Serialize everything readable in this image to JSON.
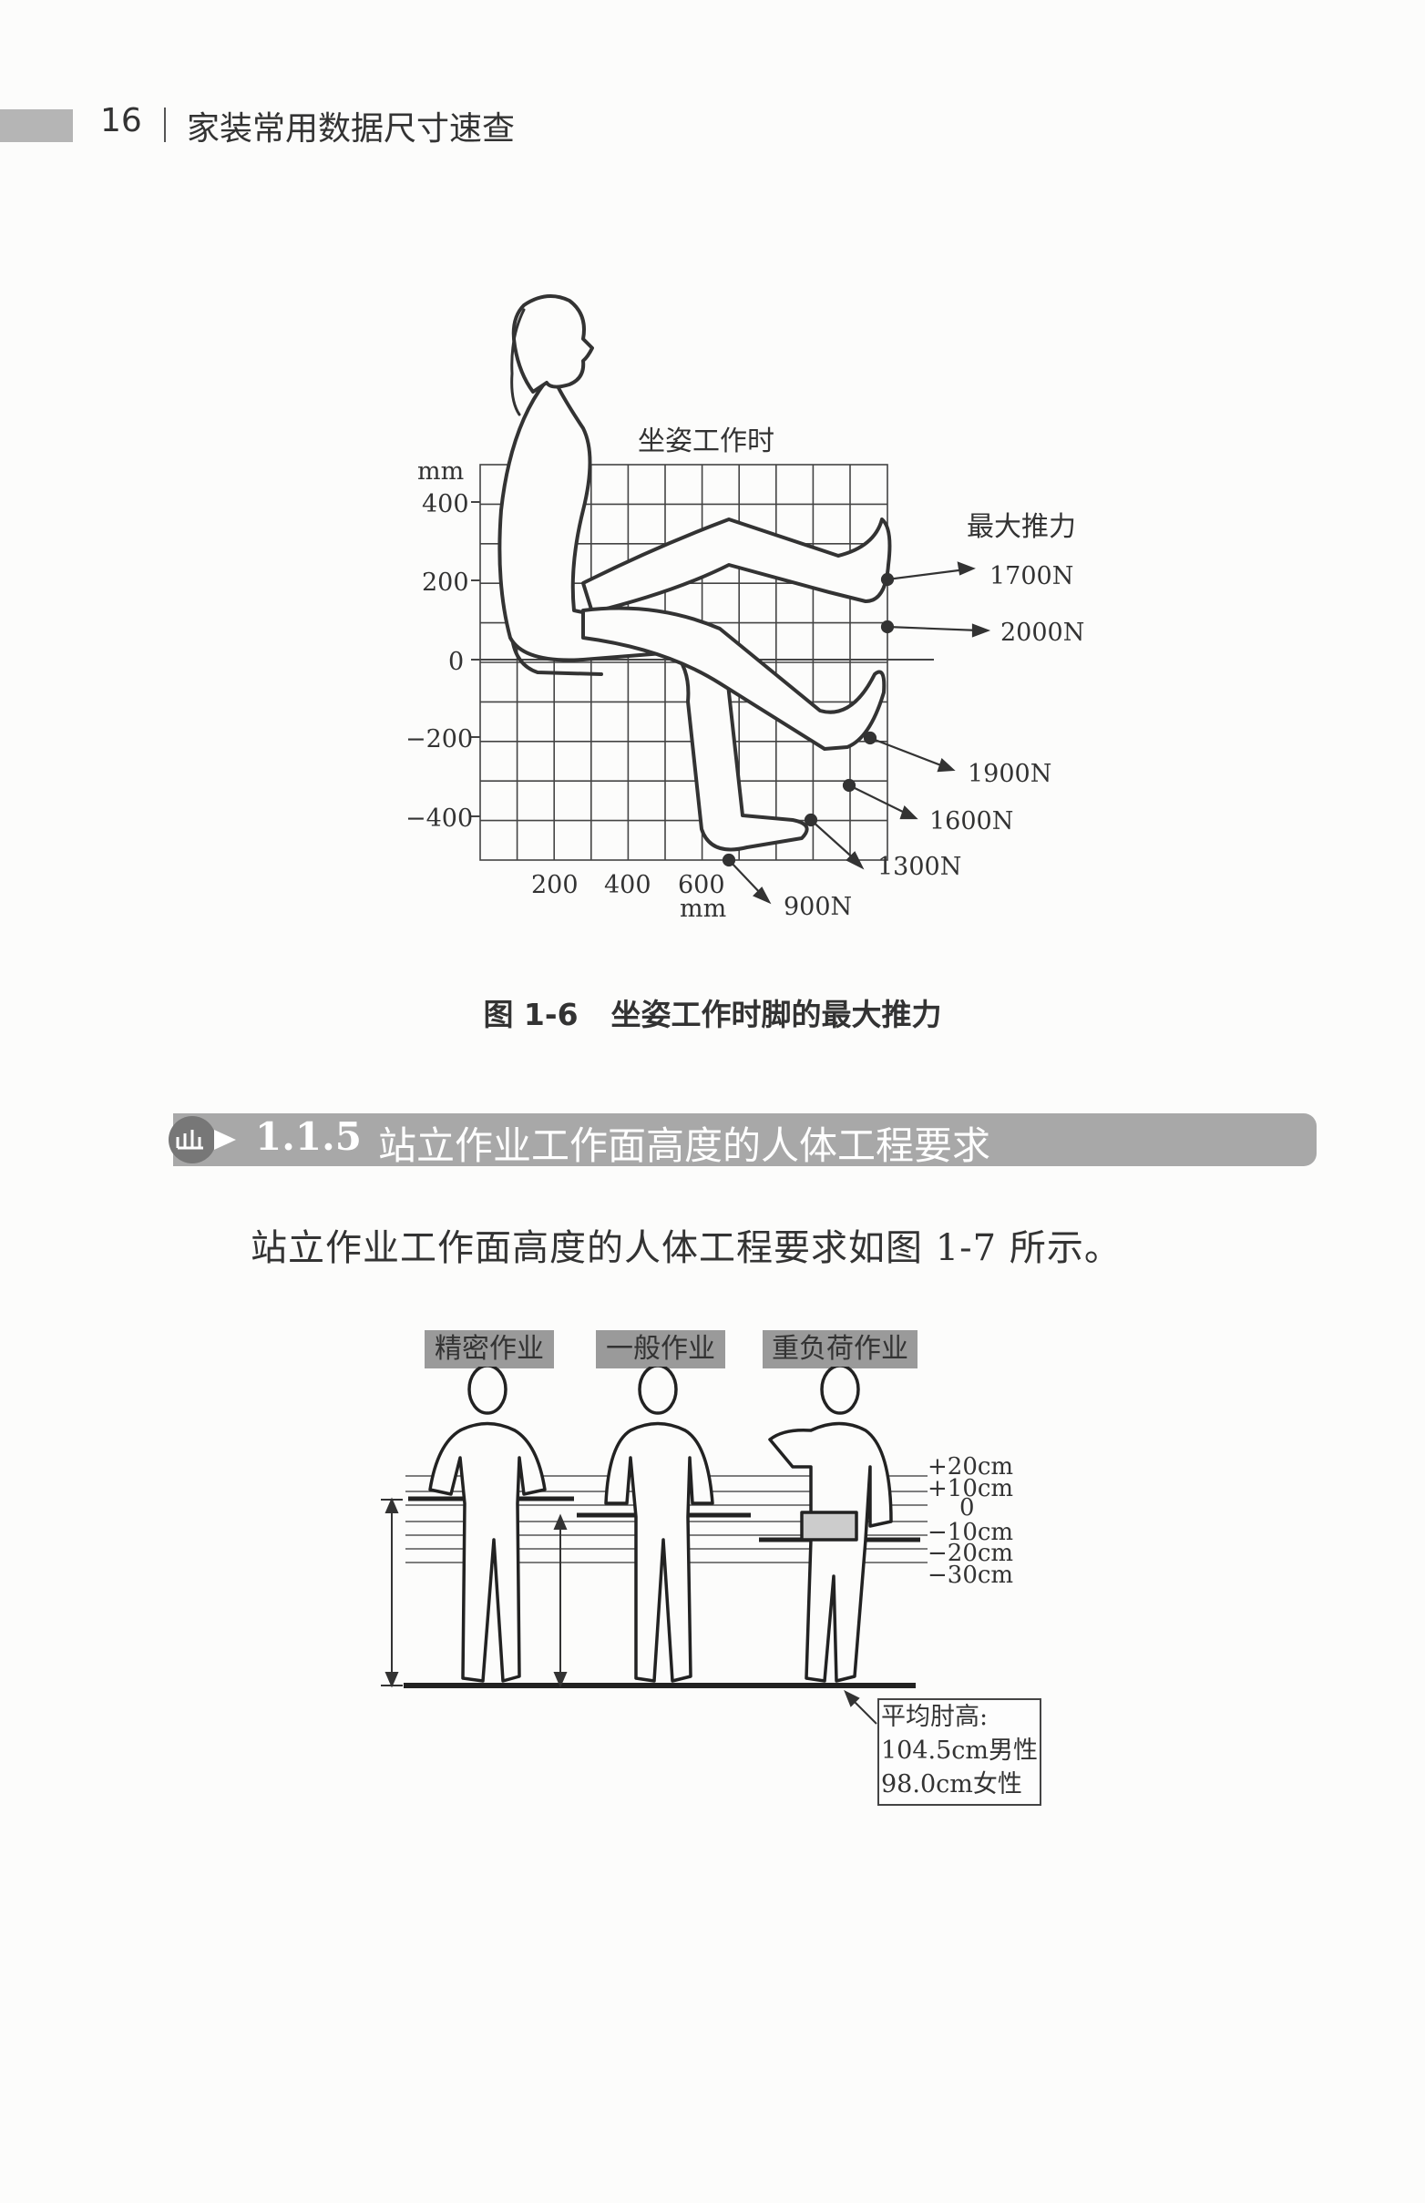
{
  "header": {
    "page_number": "16",
    "book_title": "家装常用数据尺寸速查"
  },
  "figure_1_6": {
    "heading": "坐姿工作时",
    "y_unit": "mm",
    "x_unit": "mm",
    "y_ticks": [
      "400",
      "200",
      "0",
      "−200",
      "−400"
    ],
    "x_ticks": [
      "200",
      "400",
      "600"
    ],
    "force_title": "最大推力",
    "forces": [
      "1700N",
      "2000N",
      "1900N",
      "1600N",
      "1300N",
      "900N"
    ],
    "caption_number": "图 1-6",
    "caption_text": "坐姿工作时脚的最大推力"
  },
  "section": {
    "number": "1.1.5",
    "title": "站立作业工作面高度的人体工程要求"
  },
  "paragraph": "站立作业工作面高度的人体工程要求如图 1-7 所示。",
  "figure_1_7": {
    "tags": [
      "精密作业",
      "一般作业",
      "重负荷作业"
    ],
    "levels": [
      "+20cm",
      "+10cm",
      "0",
      "−10cm",
      "−20cm",
      "−30cm"
    ],
    "elbow_title": "平均肘高:",
    "elbow_male": "104.5cm男性",
    "elbow_female": "98.0cm女性"
  }
}
